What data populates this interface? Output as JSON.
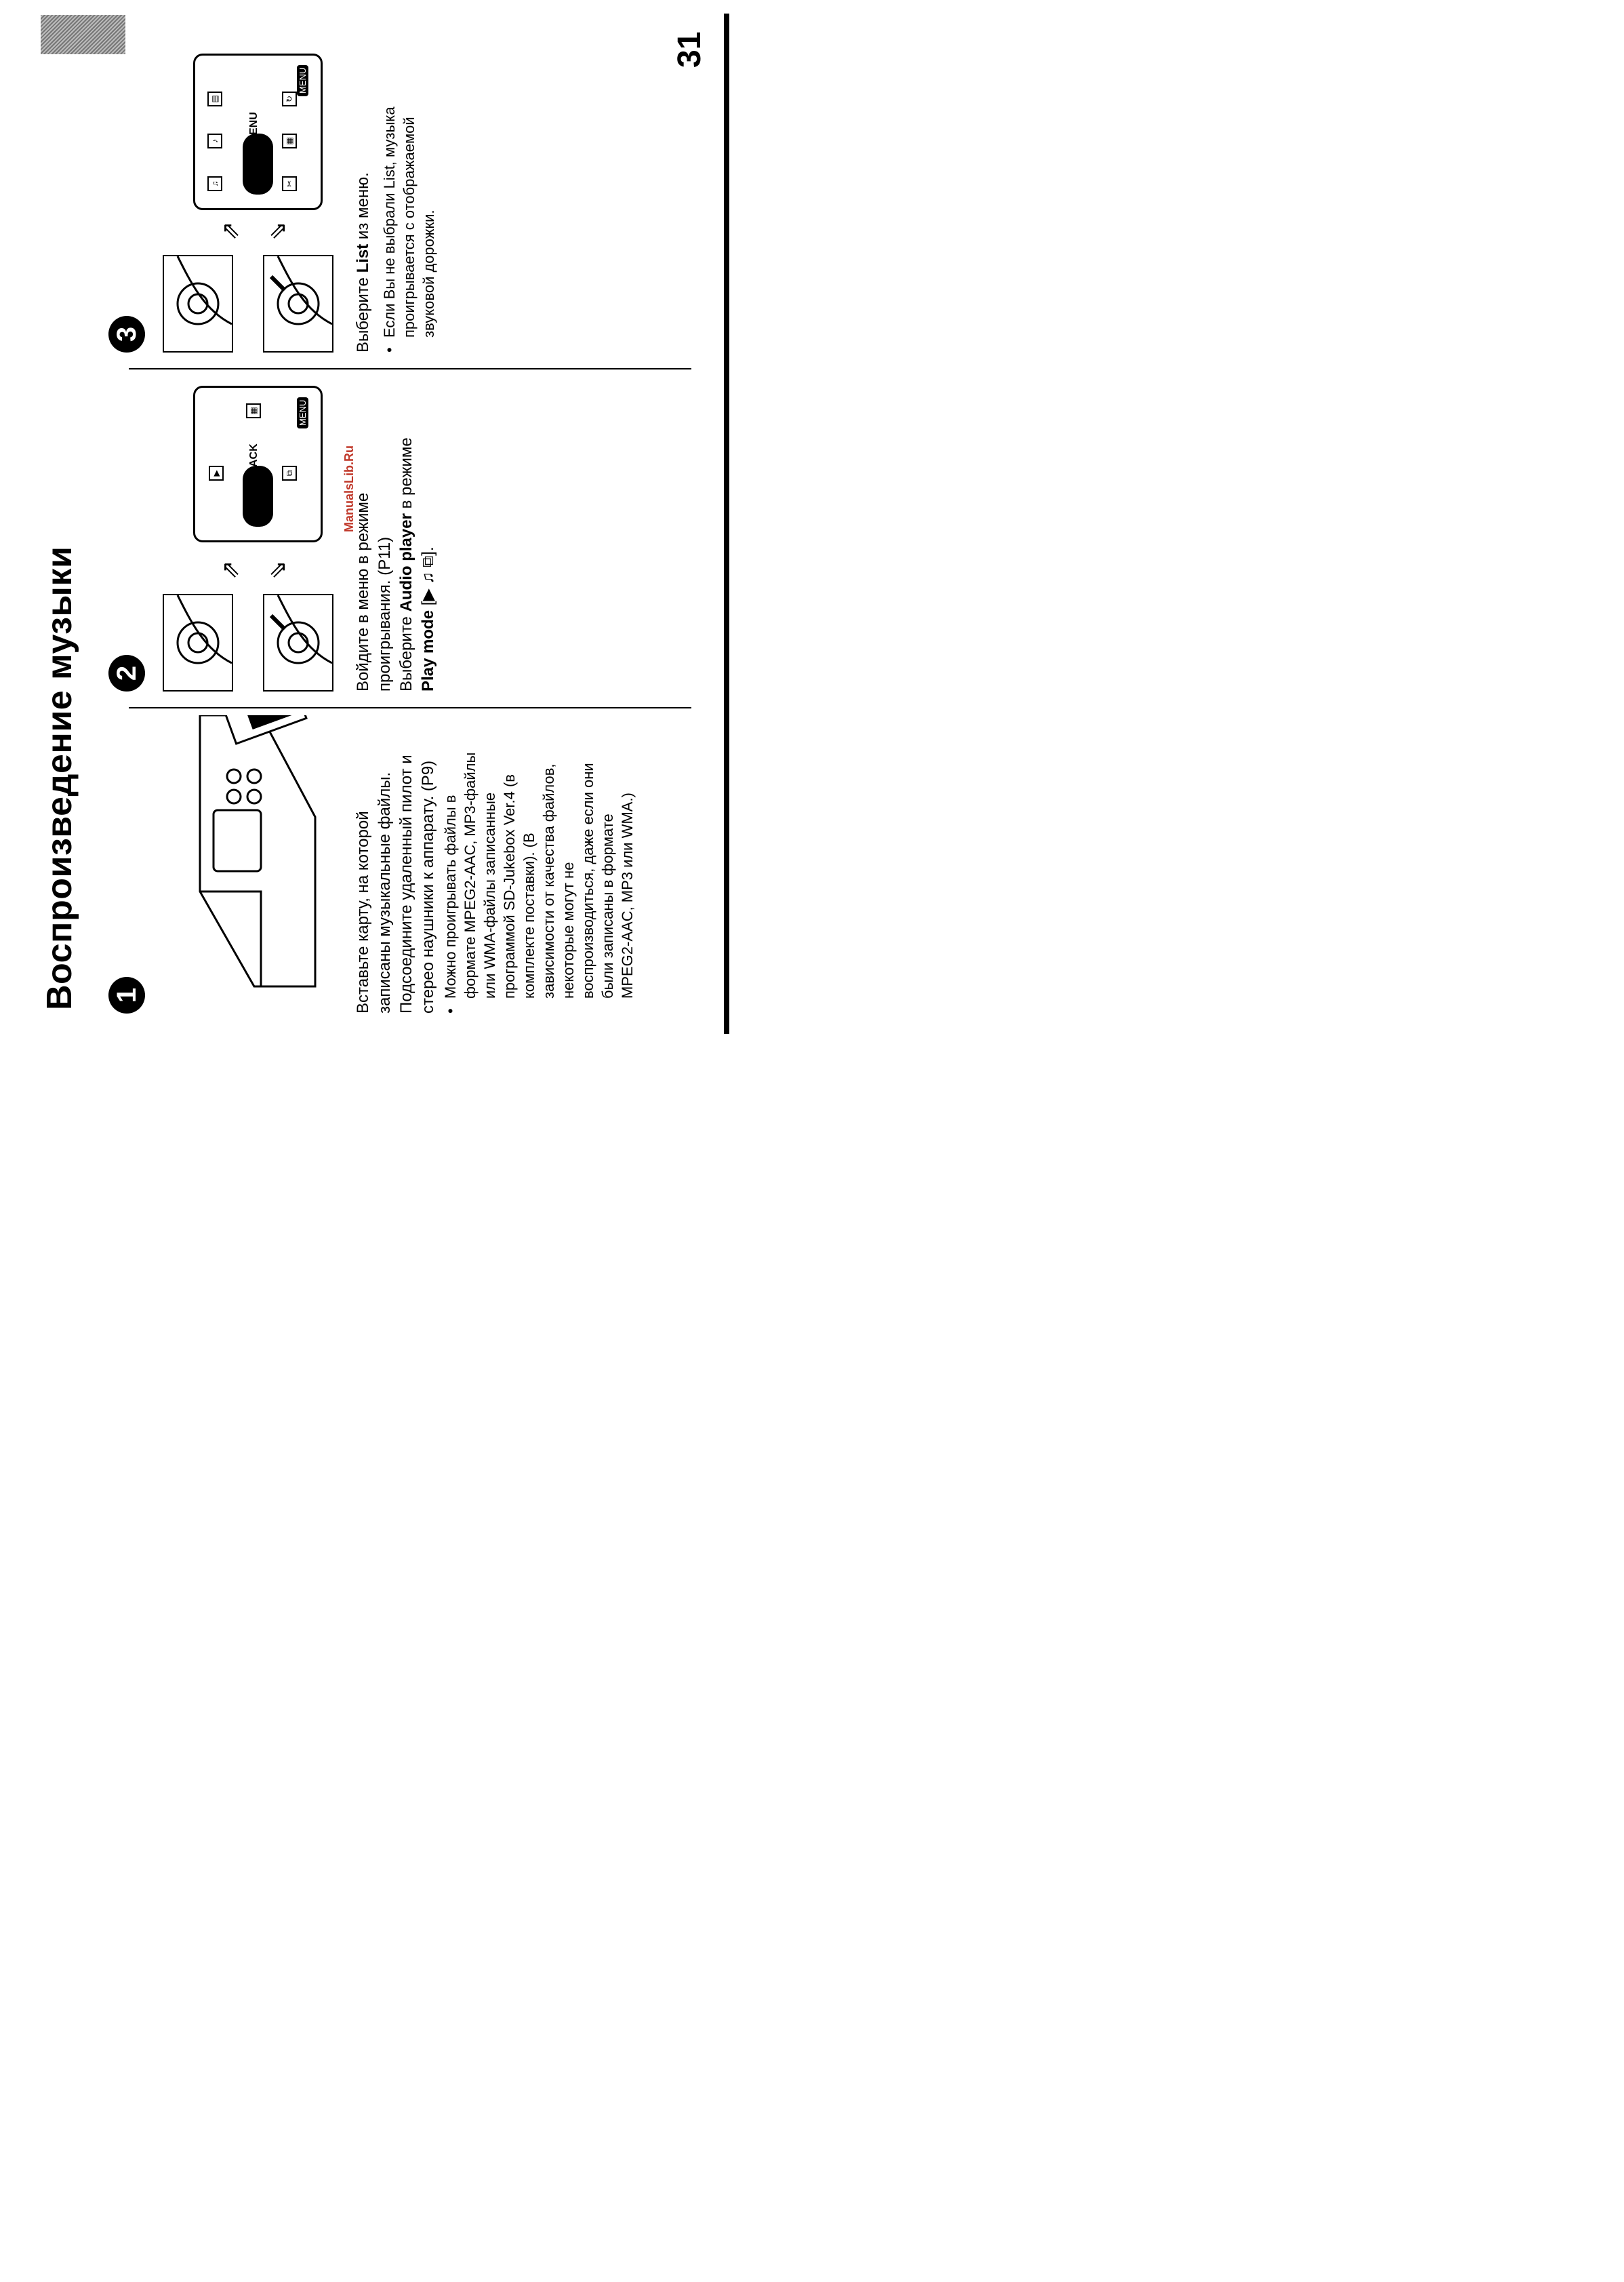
{
  "title": "Воспроизведение музыки",
  "page_number": "31",
  "watermark": "ManualsLib.Ru",
  "steps": [
    {
      "num": "1",
      "lines": [
        "Вставьте карту, на которой",
        "записаны музыкальные файлы.",
        "Подсоедините удаленный пилот и",
        "стерео наушники к аппарату. (P9)"
      ],
      "bullet": [
        "Можно проигрывать файлы в",
        "формате MPEG2-AAC, MP3-файлы",
        "или WMA-файлы записанные",
        "программой SD-Jukebox Ver.4 (в",
        "комплекте поставки). (В",
        "зависимости от качества файлов,",
        "некоторые могут не",
        "воспроизводиться, даже если они",
        "были записаны в формате",
        "MPEG2-AAC, MP3 или WMA.)"
      ]
    },
    {
      "num": "2",
      "lines": [
        "Войдите в меню в режиме",
        "проигрывания. (P11)"
      ],
      "line3_pre": "Выберите ",
      "line3_bold": "Audio player",
      "line3_post": " в режиме",
      "line4_bold": "Play mode",
      "line4_post": " [▶ ♫ ⧉]."
    },
    {
      "num": "3",
      "line1_pre": "Выберите ",
      "line1_bold": "List",
      "line1_post": " из меню.",
      "bullet": [
        "Если Вы не выбрали List, музыка",
        "проигрывается с отображаемой",
        "звуковой дорожки."
      ]
    }
  ],
  "screen2": {
    "center_label": "ACK",
    "menu_label": "MENU"
  },
  "screen3": {
    "center_label": "ENU",
    "menu_label": "MENU"
  }
}
